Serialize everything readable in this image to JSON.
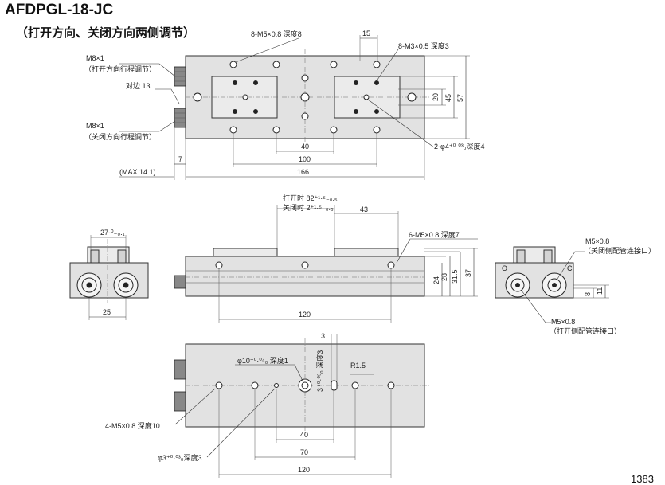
{
  "title": "AFDPGL-18-JC",
  "subtitle": "（打开方向、关闭方向两侧调节）",
  "page_number": "1383",
  "top_view": {
    "screw_open": "M8×1",
    "screw_open_note": "（打开方向行程调节）",
    "hex": "对边 13",
    "screw_close": "M8×1",
    "screw_close_note": "（关闭方向行程调节）",
    "max": "(MAX.14.1)",
    "dim_7": "7",
    "dim_166": "166",
    "dim_100": "100",
    "dim_40": "40",
    "tap_body": "8-M5×0.8 深度8",
    "tap_jaw": "8-M3×0.5 深度3",
    "dim_15": "15",
    "dim_20": "20",
    "dim_45": "45",
    "dim_57": "57",
    "pin_hole": "2-φ4⁺⁰·⁰³₀深度4"
  },
  "front_view": {
    "stroke_open": "打开时 82⁺¹·⁵₋₀.₅",
    "stroke_close": "关闭时  2⁺¹·⁵₋₀.₅",
    "dim_43": "43",
    "tap": "6-M5×0.8 深度7",
    "dim_24": "24",
    "dim_28": "28",
    "dim_31_5": "31.5",
    "dim_37": "37",
    "dim_120": "120"
  },
  "left_view": {
    "dim_27": "27-⁰₋₀.₁",
    "dim_25": "25"
  },
  "right_view": {
    "port_close": "M5×0.8",
    "port_close_note": "（关闭侧配管连接口）",
    "port_open": "M5×0.8",
    "port_open_note": "（打开侧配管连接口）",
    "label_o": "O",
    "label_c": "C",
    "dim_8": "8",
    "dim_11": "11"
  },
  "bottom_view": {
    "center_hole": "φ10⁺⁰·⁰⁴₀ 深度1",
    "slot_depth": "3⁺⁰·⁰³₀ 深度3",
    "dim_3": "3",
    "r15": "R1.5",
    "tap": "4-M5×0.8 深度10",
    "pin": "φ3⁺⁰·⁰³₀深度3",
    "dim_40": "40",
    "dim_70": "70",
    "dim_120": "120"
  }
}
